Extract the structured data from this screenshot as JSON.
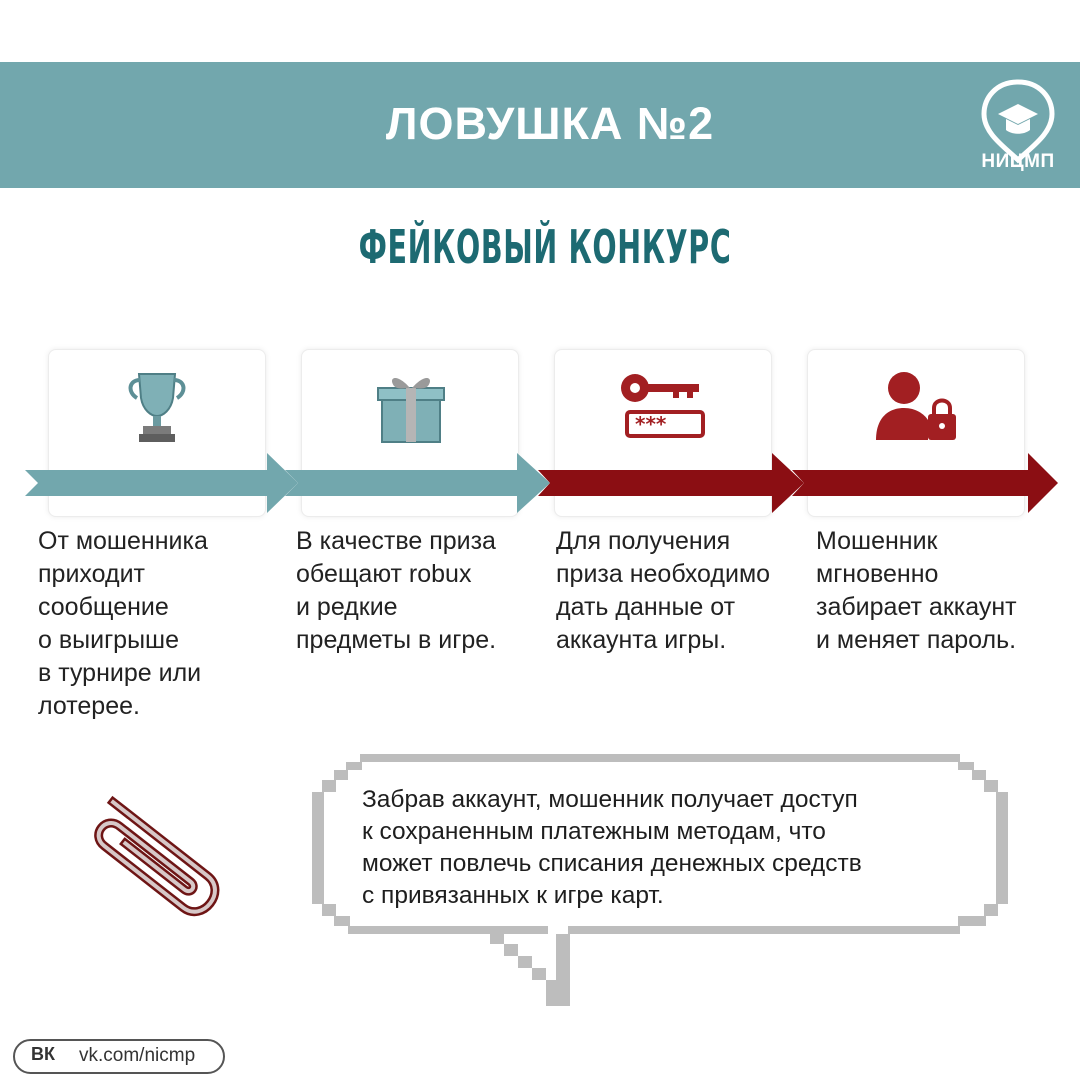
{
  "header": {
    "title": "ЛОВУШКА №2",
    "logo_text": "НИЦМП"
  },
  "subtitle": "ФЕЙКОВЫЙ КОНКУРС",
  "steps": [
    {
      "icon": "trophy-icon",
      "lines": [
        "От мошенника",
        "приходит",
        "сообщение",
        "о выигрыше",
        "в турнире или",
        "лотерее."
      ]
    },
    {
      "icon": "gift-box-icon",
      "lines": [
        "В качестве приза",
        "обещают robux",
        "и редкие",
        "предметы в игре."
      ]
    },
    {
      "icon": "key-password-icon",
      "lines": [
        "Для получения",
        "приза необходимо",
        "дать данные от",
        "аккаунта игры."
      ]
    },
    {
      "icon": "locked-user-icon",
      "lines": [
        "Мошенник",
        "мгновенно",
        "забирает аккаунт",
        "и меняет пароль."
      ]
    }
  ],
  "note_lines": [
    "Забрав аккаунт, мошенник получает доступ",
    "к сохраненным платежным методам, что",
    "может повлечь списания денежных средств",
    "с привязанных к игре карт."
  ],
  "footer": {
    "vk_icon": "ВК",
    "vk_url": "vk.com/nicmp"
  },
  "colors": {
    "teal": "#72a7ad",
    "dark_teal": "#1d6a72",
    "dark_red": "#8b0e13",
    "icon_red": "#a21f22"
  }
}
